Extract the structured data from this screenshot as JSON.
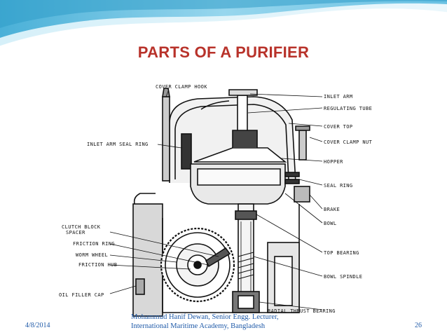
{
  "slide": {
    "title": "PARTS OF A PURIFIER",
    "footer": {
      "date": "4/8/2014",
      "author_line1": "Mohammud Hanif Dewan, Senior Engg. Lecturer,",
      "author_line2": "International Maritime Academy, Bangladesh",
      "page_number": "26"
    }
  },
  "diagram": {
    "labels": {
      "cover_clamp_hook": "COVER CLAMP HOOK",
      "inlet_arm": "INLET ARM",
      "regulating_tube": "REGULATING TUBE",
      "cover_top": "COVER TOP",
      "cover_clamp_nut": "COVER CLAMP NUT",
      "inlet_arm_seal_ring": "INLET ARM SEAL RING",
      "hopper": "HOPPER",
      "seal_ring": "SEAL RING",
      "brake": "BRAKE",
      "bowl": "BOWL",
      "clutch_block_spacer_1": "CLUTCH BLOCK",
      "clutch_block_spacer_2": "SPACER",
      "friction_ring": "FRICTION RING",
      "worm_wheel": "WORM WHEEL",
      "friction_hub": "FRICTION HUB",
      "top_bearing": "TOP BEARING",
      "bowl_spindle": "BOWL SPINDLE",
      "oil_filler_cap": "OIL FILLER CAP",
      "radial_thrust_bearing": "RADIAL THRUST BEARING"
    }
  },
  "colors": {
    "title": "#b8322a",
    "footer_text": "#1f5aa8",
    "banner_light": "#bfe7f5",
    "banner_mid": "#7fcde8",
    "banner_dark": "#3aa9d4"
  }
}
